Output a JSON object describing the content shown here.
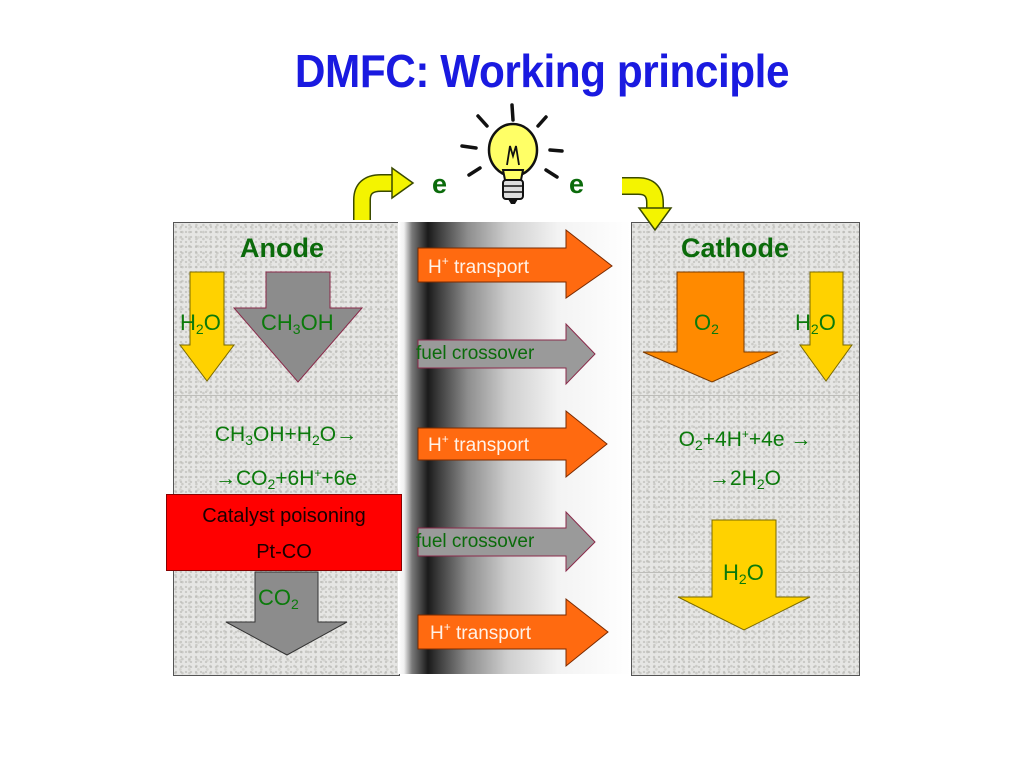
{
  "title": "DMFC: Working principle",
  "electrons": {
    "left": "e",
    "right": "e"
  },
  "anode": {
    "heading": "Anode",
    "input_water": {
      "main": "H",
      "sub": "2",
      "tail": "O"
    },
    "input_methanol": {
      "main": "CH",
      "sub": "3",
      "tail": "OH"
    },
    "reaction_line1": {
      "a": "CH",
      "a_sub": "3",
      "b": "OH+H",
      "b_sub": "2",
      "c": "O→"
    },
    "reaction_line2": {
      "a": "→CO",
      "a_sub": "2",
      "b": "+6H",
      "b_sup": "+",
      "c": "+6e"
    },
    "output": {
      "main": "CO",
      "sub": "2"
    }
  },
  "cathode": {
    "heading": "Cathode",
    "input_oxygen": {
      "main": "O",
      "sub": "2"
    },
    "input_water": {
      "main": "H",
      "sub": "2",
      "tail": "O"
    },
    "reaction_line1": {
      "a": "O",
      "a_sub": "2",
      "b": "+4H",
      "b_sup": "+",
      "c": "+4e →"
    },
    "reaction_line2": {
      "a": "→2H",
      "a_sub": "2",
      "b": "O"
    },
    "output": {
      "main": "H",
      "sub": "2",
      "tail": "O"
    }
  },
  "catalyst": {
    "line1": "Catalyst poisoning",
    "line2": "Pt-CO"
  },
  "membrane_arrows": [
    {
      "kind": "h_transport",
      "main": "H",
      "sup": "+",
      "tail": " transport"
    },
    {
      "kind": "fuel_crossover",
      "text": "fuel crossover"
    },
    {
      "kind": "h_transport",
      "main": "H",
      "sup": "+",
      "tail": " transport"
    },
    {
      "kind": "fuel_crossover",
      "text": "fuel crossover"
    },
    {
      "kind": "h_transport",
      "main": "H",
      "sup": "+",
      "tail": " transport"
    }
  ],
  "colors": {
    "title": "#1a1ae0",
    "label_green": "#0b7a0b",
    "yellow_arrow": "#ffd200",
    "orange_arrow": "#ff8a00",
    "h_transport_arrow": "#ff6a10",
    "fuel_crossover_arrow": "#9a9a9a",
    "gray_arrow": "#8c8c8c",
    "catalyst_box": "#ff0000"
  },
  "icons": [
    "light-bulb-icon",
    "curved-arrow-up-right-icon",
    "curved-arrow-down-right-icon"
  ]
}
